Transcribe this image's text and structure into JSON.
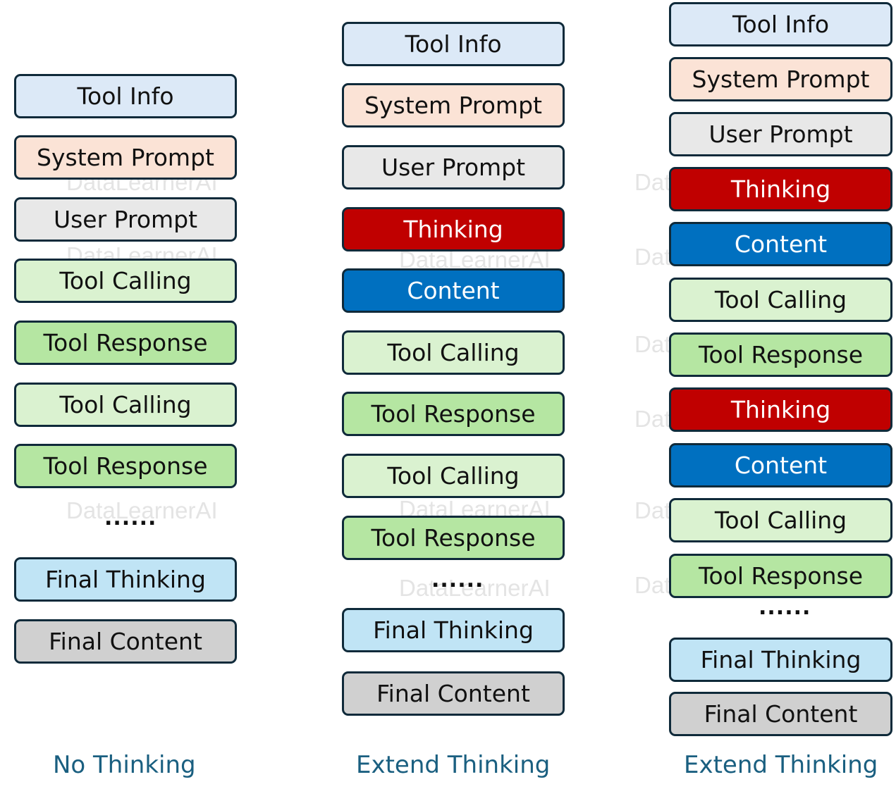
{
  "watermark": "DataLearnerAI",
  "ellipsis": "......",
  "colors": {
    "tool_info": "#dce9f7",
    "system_prompt": "#fbe3d6",
    "user_prompt": "#e8e8e8",
    "thinking": "#c00000",
    "content": "#0070c0",
    "tool_calling": "#daf2d0",
    "tool_response": "#b5e6a2",
    "final_thinking": "#c0e4f5",
    "final_content": "#d0d0d0",
    "caption": "#1a5f80",
    "border": "#0f2a3a"
  },
  "columns": [
    {
      "caption": "No Thinking",
      "blocks": [
        "Tool Info",
        "System Prompt",
        "User Prompt",
        "Tool Calling",
        "Tool Response",
        "Tool Calling",
        "Tool Response",
        "Final Thinking",
        "Final Content"
      ]
    },
    {
      "caption": "Extend Thinking",
      "blocks": [
        "Tool Info",
        "System Prompt",
        "User Prompt",
        "Thinking",
        "Content",
        "Tool Calling",
        "Tool Response",
        "Tool Calling",
        "Tool Response",
        "Final Thinking",
        "Final Content"
      ]
    },
    {
      "caption": "Extend Thinking",
      "blocks": [
        "Tool Info",
        "System Prompt",
        "User Prompt",
        "Thinking",
        "Content",
        "Tool Calling",
        "Tool Response",
        "Thinking",
        "Content",
        "Tool Calling",
        "Tool Response",
        "Final Thinking",
        "Final Content"
      ]
    }
  ]
}
